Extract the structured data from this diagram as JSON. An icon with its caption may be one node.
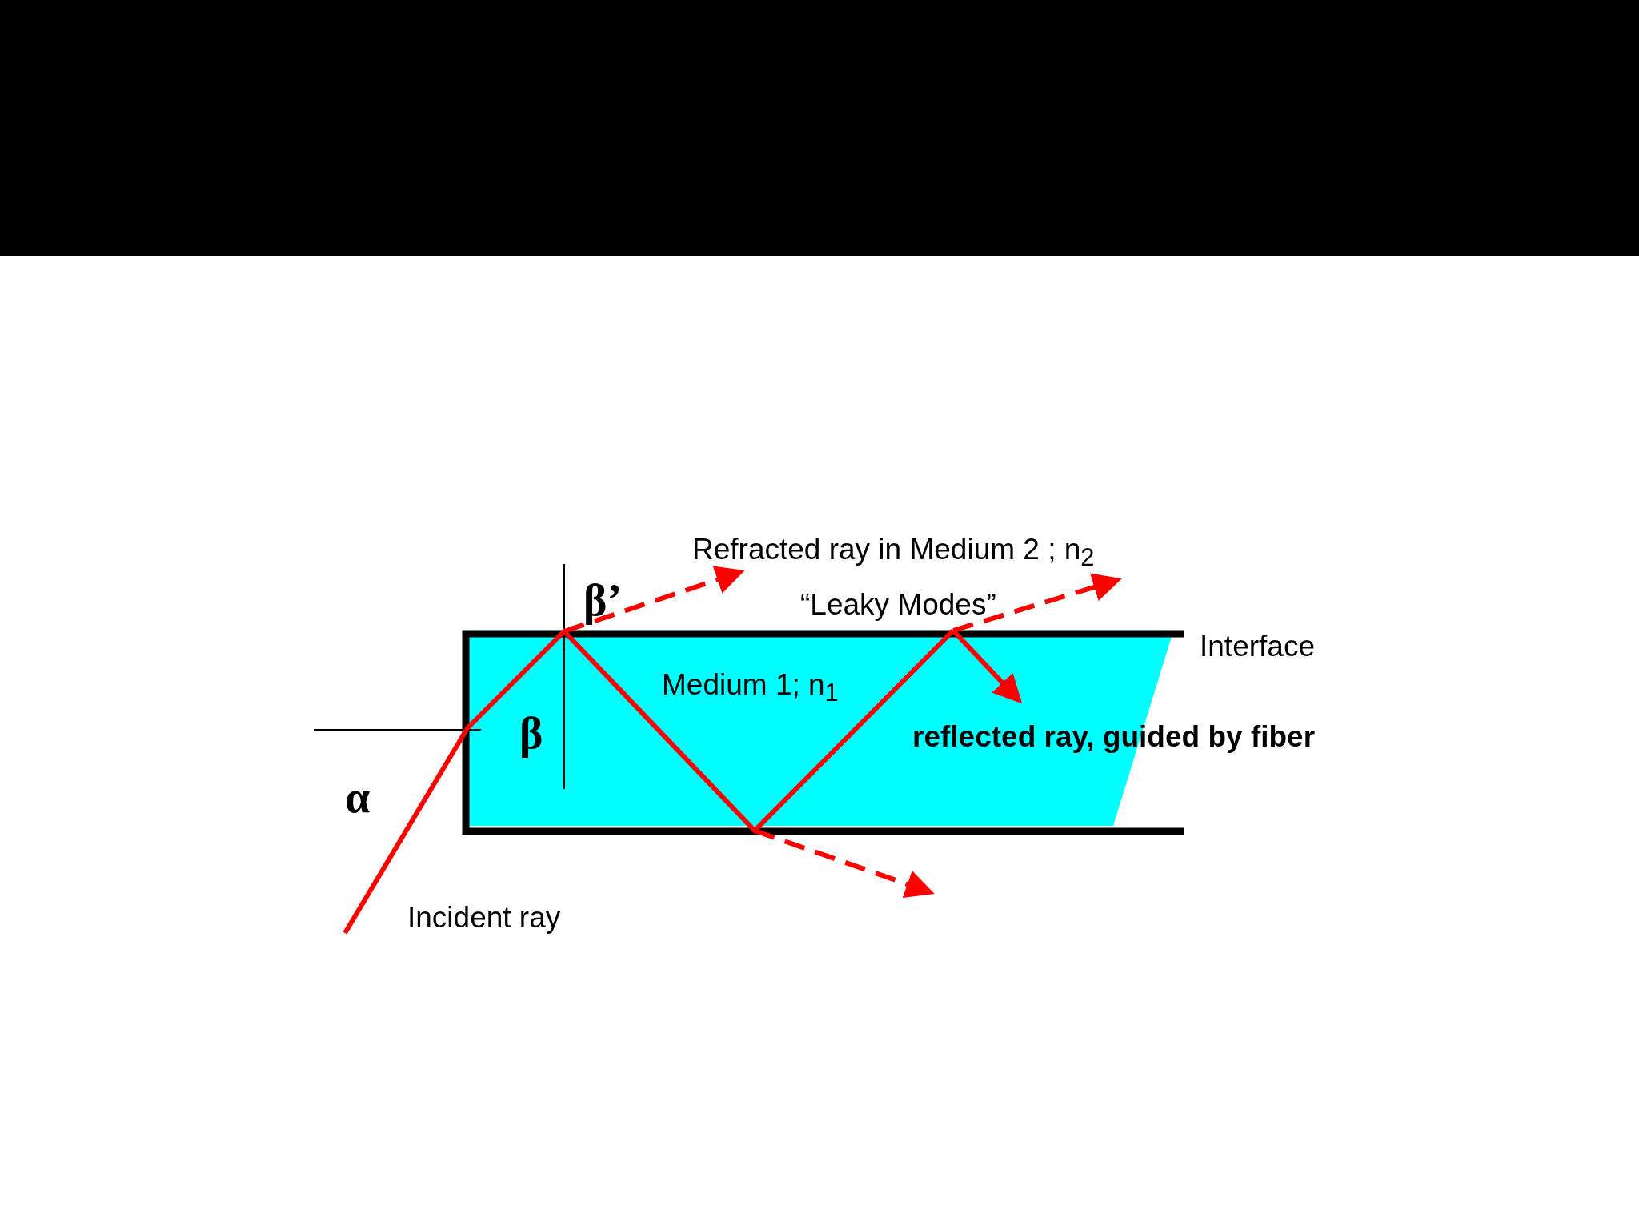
{
  "diagram": {
    "labels": [
      "Refracted ray in Medium 2 ; n$_{2}$",
      "β’",
      "“Leaky Modes”",
      "Interface",
      "Medium 1; n$_{1}$",
      "β",
      "reflected ray, guided by fiber",
      "α",
      "Incident ray"
    ]
  }
}
